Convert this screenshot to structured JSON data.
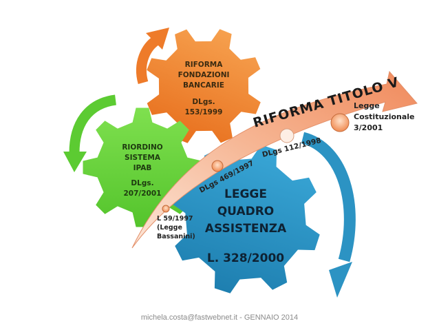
{
  "gears": {
    "orange": {
      "lines": [
        "RIFORMA",
        "FONDAZIONI",
        "BANCARIE"
      ],
      "sub": [
        "DLgs.",
        "153/1999"
      ],
      "color": "#EE7B2A"
    },
    "green": {
      "lines": [
        "RIORDINO",
        "SISTEMA",
        "IPAB"
      ],
      "sub": [
        "DLgs.",
        "207/2001"
      ],
      "color": "#66D23A"
    },
    "blue": {
      "lines": [
        "LEGGE",
        "QUADRO",
        "ASSISTENZA"
      ],
      "sub": [
        "L. 328/2000"
      ],
      "color": "#2C93C3"
    }
  },
  "arrow": {
    "title": "RIFORMA TITOLO V",
    "color": "#F29A70"
  },
  "milestones": [
    {
      "label": "L 59/1997 (Legge Bassanini)",
      "lines": [
        "L 59/1997",
        "(Legge",
        "Bassanini)"
      ]
    },
    {
      "label": "DLgs 469/1997"
    },
    {
      "label": "DLgs 112/1998"
    },
    {
      "label": "Legge Costituzionale 3/2001",
      "lines": [
        "Legge",
        "Costituzionale",
        "3/2001"
      ]
    }
  ],
  "footer": "michela.costa@fastwebnet.it - GENNAIO 2014"
}
